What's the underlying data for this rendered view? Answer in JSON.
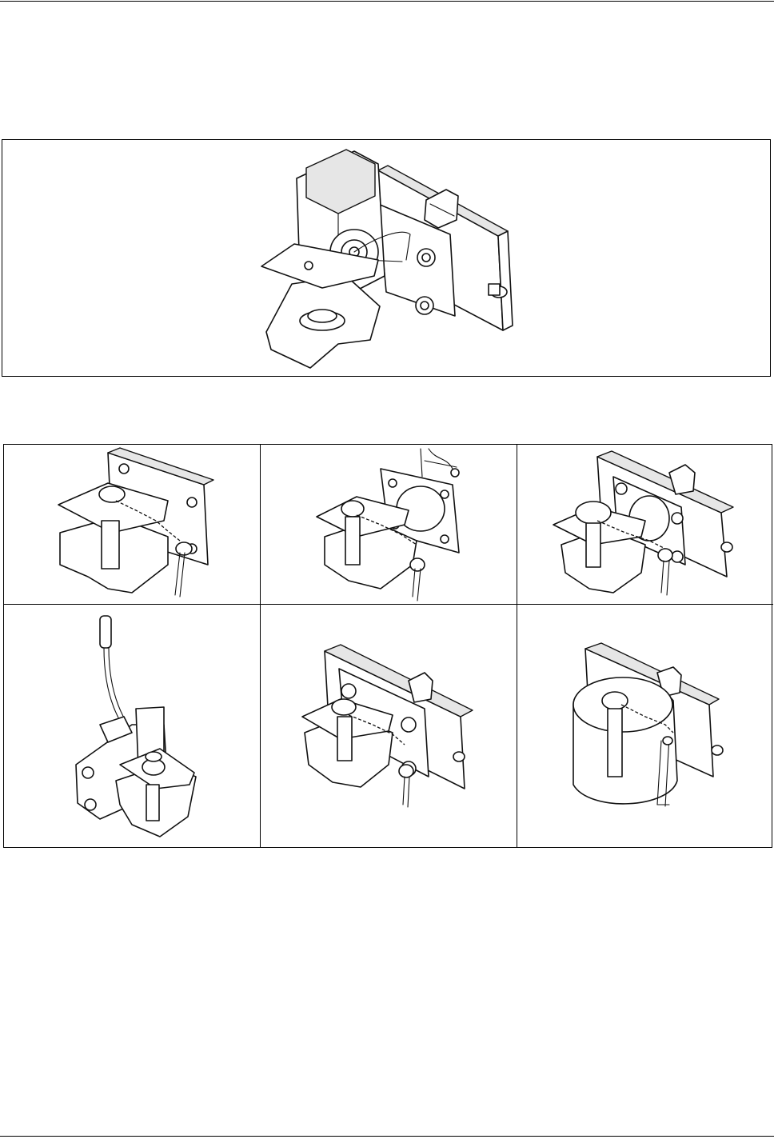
{
  "document": {
    "type": "technical-illustration-page",
    "main_figure": {
      "icon": "trailer-hitch-coupling-icon"
    },
    "variant_grid": {
      "rows": 2,
      "columns": 3,
      "items": [
        {
          "icon": "hitch-variant-flange-plate-icon"
        },
        {
          "icon": "hitch-variant-round-flange-icon"
        },
        {
          "icon": "hitch-variant-rail-mount-icon"
        },
        {
          "icon": "hitch-variant-remote-cable-icon"
        },
        {
          "icon": "hitch-variant-height-adjustable-icon"
        },
        {
          "icon": "hitch-variant-drum-housing-icon"
        }
      ]
    }
  }
}
